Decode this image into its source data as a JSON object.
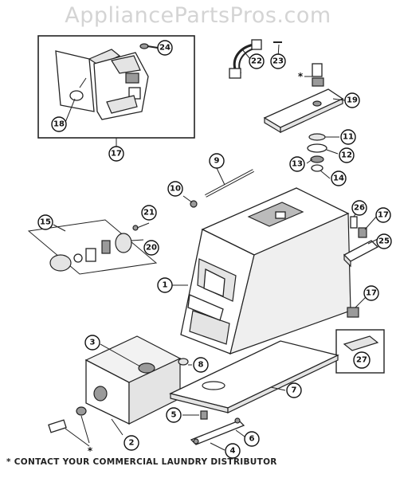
{
  "watermark": "AppliancePartsPros.com",
  "footnote": "* CONTACT YOUR COMMERCIAL LAUNDRY DISTRIBUTOR",
  "asterisk": "*",
  "callouts": [
    {
      "id": "c1",
      "label": "1"
    },
    {
      "id": "c2",
      "label": "2"
    },
    {
      "id": "c3",
      "label": "3"
    },
    {
      "id": "c4",
      "label": "4"
    },
    {
      "id": "c5",
      "label": "5"
    },
    {
      "id": "c6",
      "label": "6"
    },
    {
      "id": "c7",
      "label": "7"
    },
    {
      "id": "c8",
      "label": "8"
    },
    {
      "id": "c9",
      "label": "9"
    },
    {
      "id": "c10",
      "label": "10"
    },
    {
      "id": "c11",
      "label": "11"
    },
    {
      "id": "c12",
      "label": "12"
    },
    {
      "id": "c13",
      "label": "13"
    },
    {
      "id": "c14",
      "label": "14"
    },
    {
      "id": "c15",
      "label": "15"
    },
    {
      "id": "c17a",
      "label": "17"
    },
    {
      "id": "c17b",
      "label": "17"
    },
    {
      "id": "c17c",
      "label": "17"
    },
    {
      "id": "c18",
      "label": "18"
    },
    {
      "id": "c19",
      "label": "19"
    },
    {
      "id": "c20",
      "label": "20"
    },
    {
      "id": "c21",
      "label": "21"
    },
    {
      "id": "c22",
      "label": "22"
    },
    {
      "id": "c23",
      "label": "23"
    },
    {
      "id": "c24",
      "label": "24"
    },
    {
      "id": "c25",
      "label": "25"
    },
    {
      "id": "c26",
      "label": "26"
    },
    {
      "id": "c27",
      "label": "27"
    }
  ]
}
